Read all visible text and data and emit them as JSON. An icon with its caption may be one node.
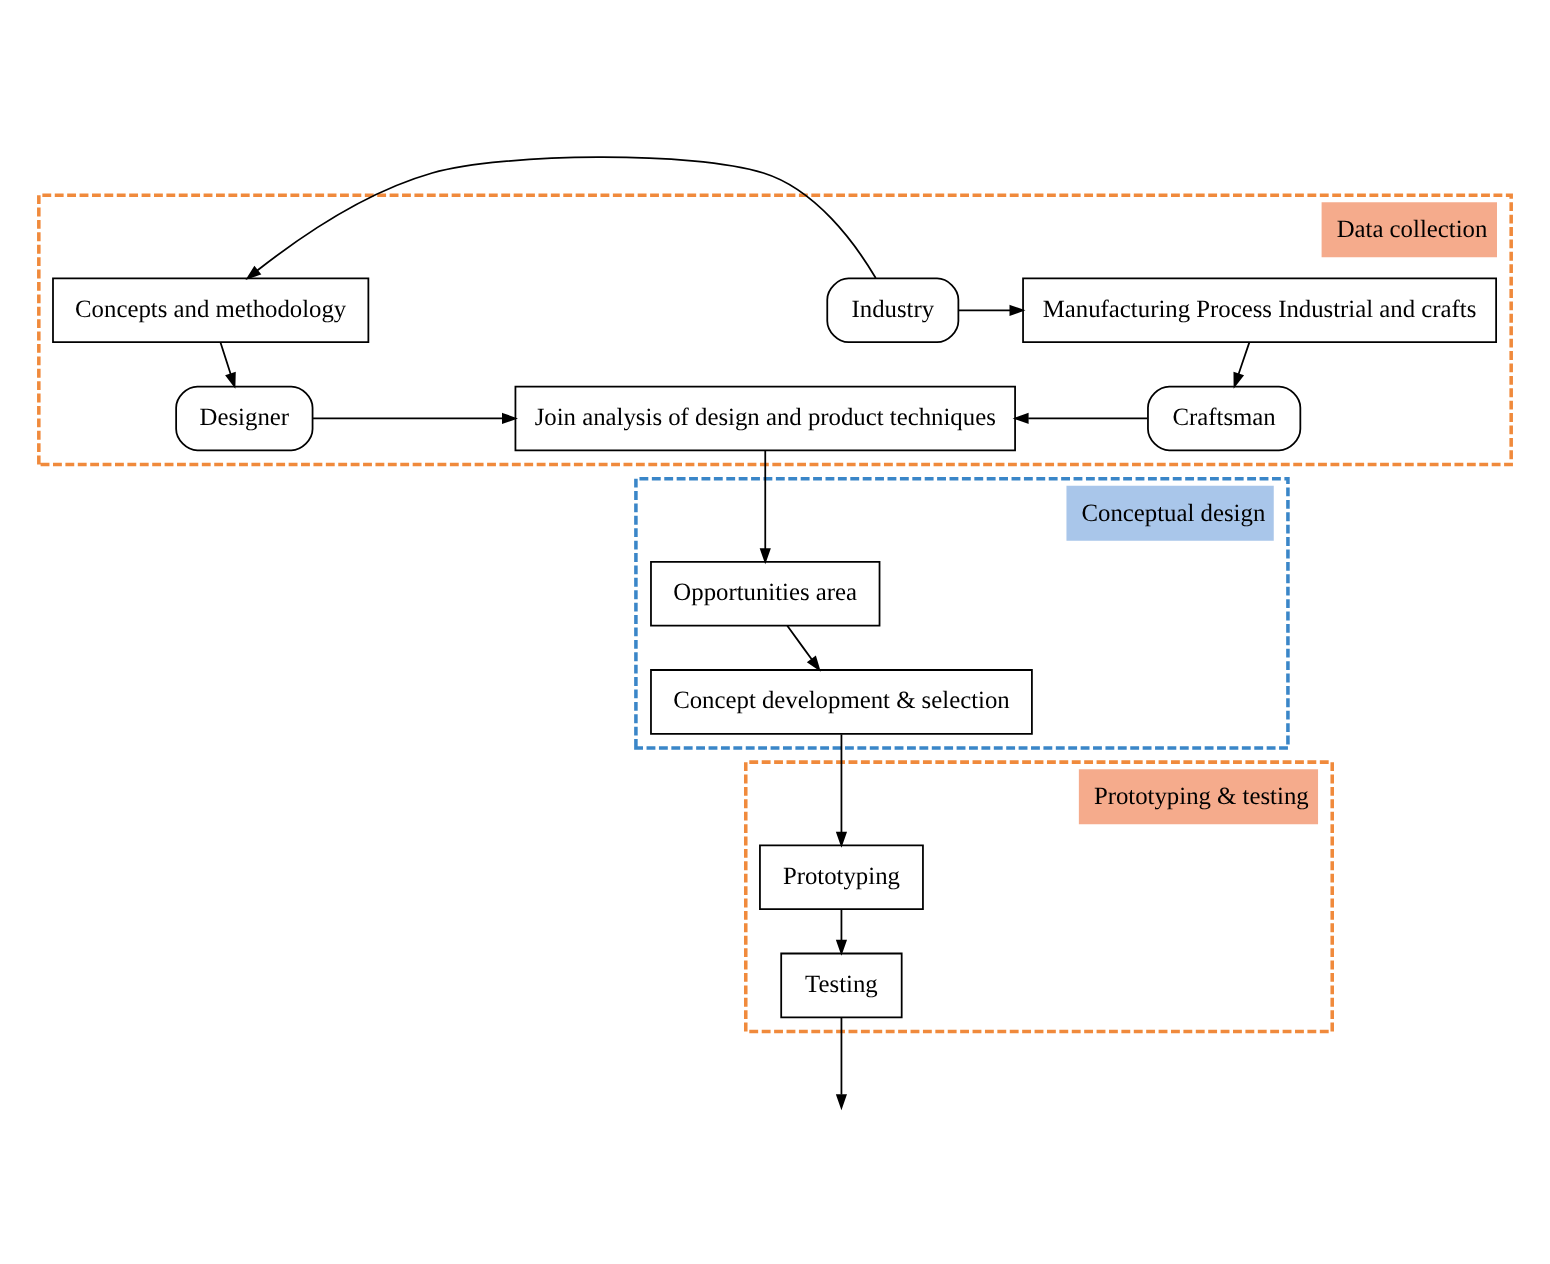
{
  "diagram": {
    "nodes": [
      {
        "text": [
          "Data collection"
        ]
      },
      {
        "text": [
          "Concepts and methodology"
        ],
        "in": 0
      },
      {
        "text": [
          "Industry"
        ],
        "in": 0
      },
      {
        "text": [
          "Manufacturing Process Industrial and crafts"
        ],
        "in": 0
      },
      {
        "text": [
          "Designer"
        ],
        "in": 0
      },
      {
        "text": [
          "Join analysis of design and product techniques"
        ],
        "in": 0
      },
      {
        "text": [
          "Craftsman"
        ],
        "in": 0
      },
      {
        "text": [
          "Conceptual design"
        ]
      },
      {
        "text": [
          "Opportunities area"
        ],
        "in": 7
      },
      {
        "text": [
          "Concept development & selection"
        ],
        "in": 7
      },
      {
        "text": [
          "Prototyping & testing"
        ]
      },
      {
        "text": [
          "Prototyping"
        ],
        "in": 10
      },
      {
        "text": [
          "Testing"
        ],
        "in": 10
      }
    ],
    "edges": [
      {
        "from": 2,
        "to": 1,
        "arrow": "to"
      },
      {
        "from": 2,
        "to": 3,
        "arrow": "to"
      },
      {
        "from": 1,
        "to": 4,
        "arrow": "to"
      },
      {
        "from": 3,
        "to": 6,
        "arrow": "to"
      },
      {
        "from": 4,
        "to": 5,
        "arrow": "to"
      },
      {
        "from": 6,
        "to": 5,
        "arrow": "to"
      },
      {
        "from": 5,
        "to": 8,
        "arrow": "to"
      },
      {
        "from": 8,
        "to": 9,
        "arrow": "to"
      },
      {
        "from": 9,
        "to": 11,
        "arrow": "to"
      },
      {
        "from": 11,
        "to": 12,
        "arrow": "to"
      },
      {
        "from": 12,
        "to": null,
        "arrow": "to"
      }
    ]
  }
}
